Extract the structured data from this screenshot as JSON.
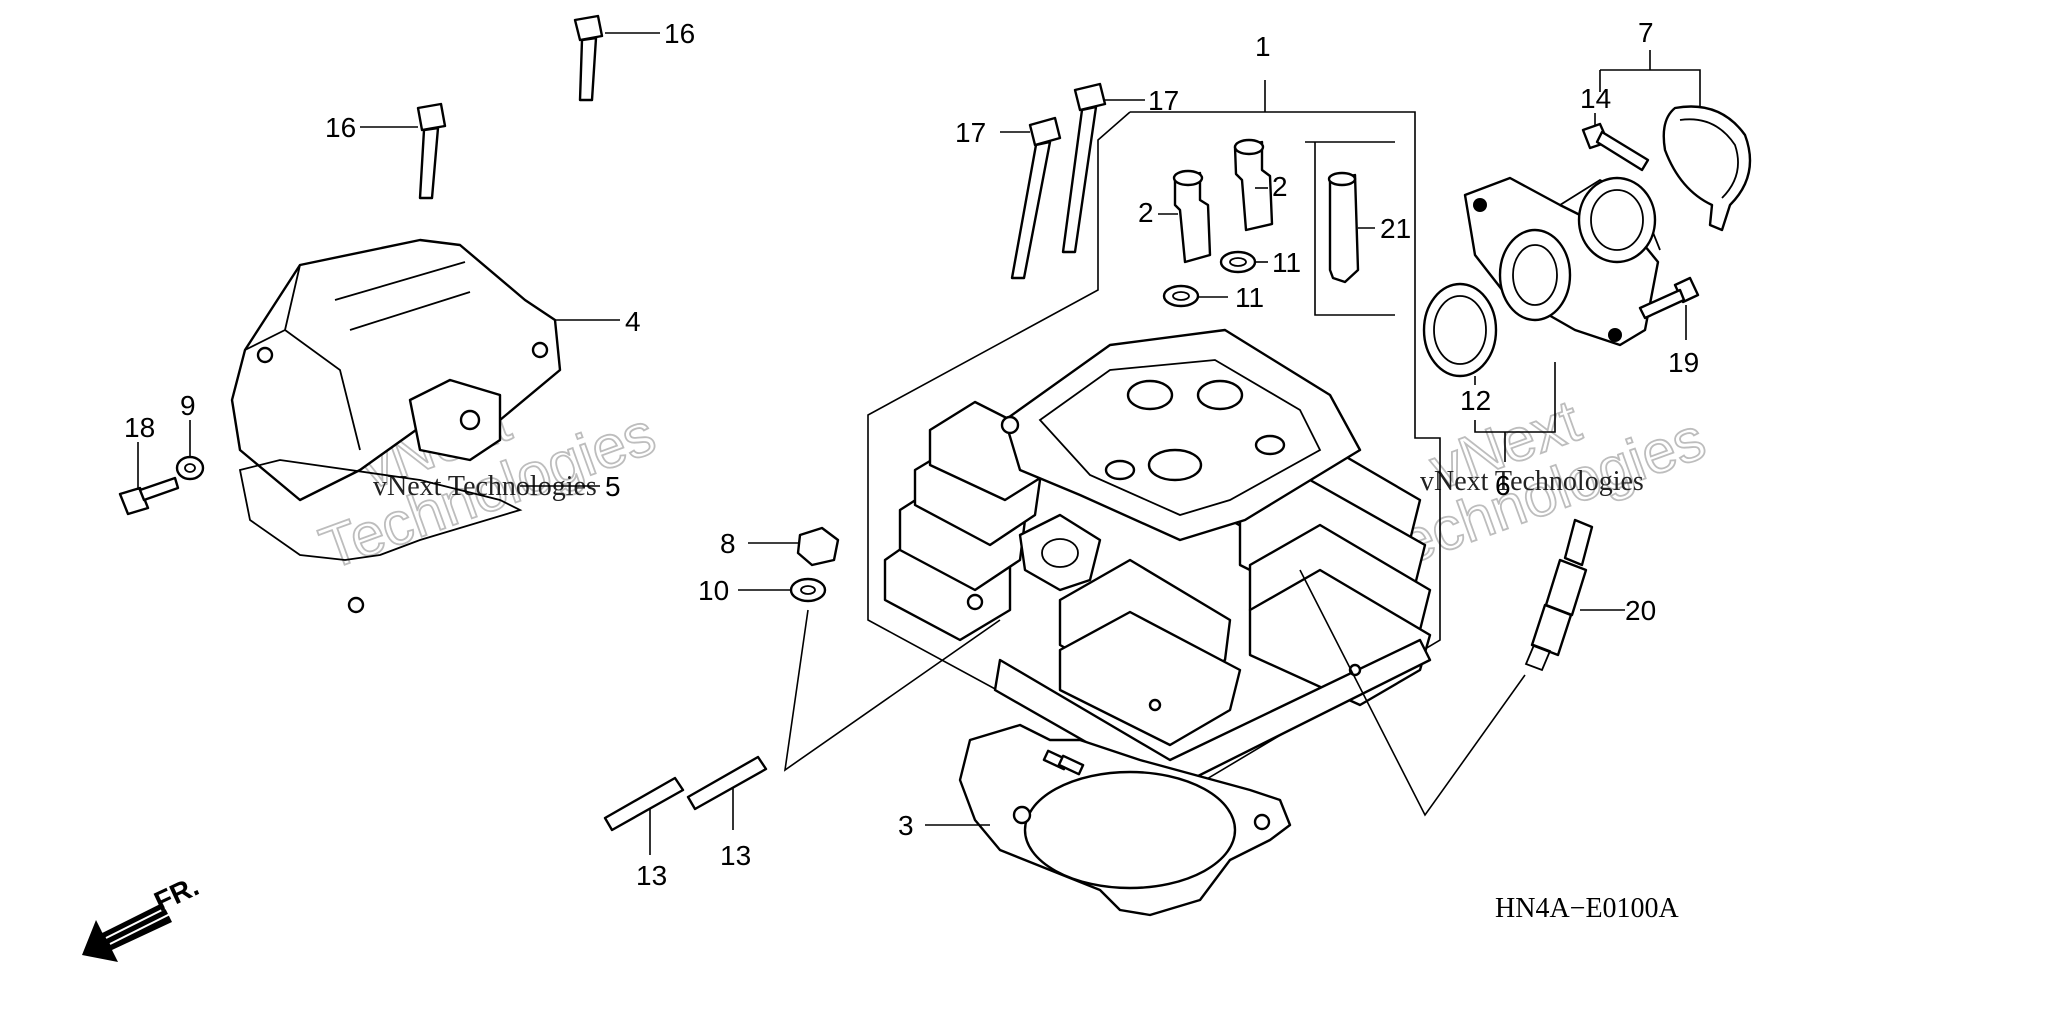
{
  "diagram": {
    "diagram_code": "HN4A−E0100A",
    "front_indicator": "FR.",
    "watermark": {
      "line1": "vNext",
      "line2": "Technologies",
      "caption": "vNext Technologies"
    },
    "callouts": {
      "c1": "1",
      "c2a": "2",
      "c2b": "2",
      "c3": "3",
      "c4": "4",
      "c5": "5",
      "c6": "6",
      "c7": "7",
      "c8": "8",
      "c9": "9",
      "c10": "10",
      "c11a": "11",
      "c11b": "11",
      "c12": "12",
      "c13a": "13",
      "c13b": "13",
      "c14": "14",
      "c16a": "16",
      "c16b": "16",
      "c17a": "17",
      "c17b": "17",
      "c18": "18",
      "c19": "19",
      "c20": "20",
      "c21": "21"
    }
  }
}
